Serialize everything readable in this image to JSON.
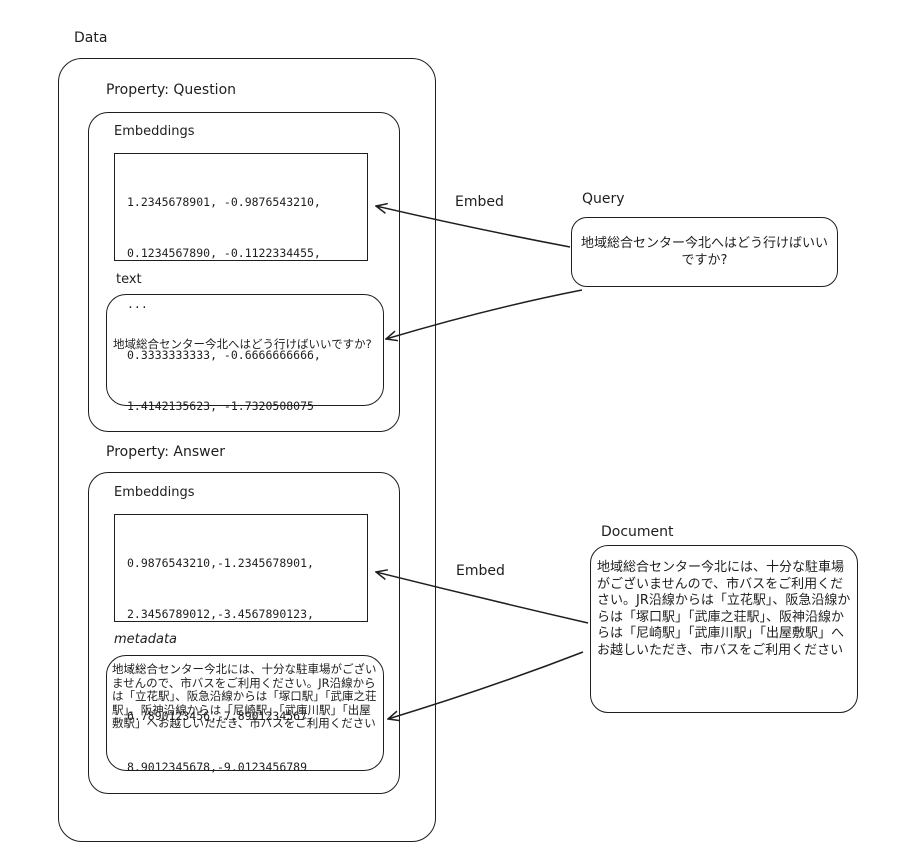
{
  "data_label": "Data",
  "question": {
    "title": "Property: Question",
    "embeddings_label": "Embeddings",
    "vector_lines": [
      "1.2345678901, -0.9876543210,",
      "0.1234567890, -0.1122334455,",
      "...",
      "0.3333333333, -0.6666666666,",
      "1.4142135623, -1.7320508075"
    ],
    "text_label": "text",
    "text_value": "地域総合センター今北へはどう行けばいいですか?"
  },
  "answer": {
    "title": "Property: Answer",
    "embeddings_label": "Embeddings",
    "vector_lines": [
      "0.9876543210,-1.2345678901,",
      "2.3456789012,-3.4567890123,",
      "...",
      "6.7890123456,-7.8901234567,",
      "8.9012345678,-9.0123456789"
    ],
    "metadata_label": "metadata",
    "metadata_value": "地域総合センター今北には、十分な駐車場がございませんので、市バスをご利用ください。JR沿線からは「立花駅」、阪急沿線からは「塚口駅」「武庫之荘駅」、阪神沿線からは「尼崎駅」「武庫川駅」「出屋敷駅」へお越しいただき、市バスをご利用ください"
  },
  "query": {
    "label": "Query",
    "text": "地域総合センター今北へはどう行けばいいですか?"
  },
  "document": {
    "label": "Document",
    "text": "地域総合センター今北には、十分な駐車場がございませんので、市バスをご利用ください。JR沿線からは「立花駅」、阪急沿線からは「塚口駅」「武庫之荘駅」、阪神沿線からは「尼崎駅」「武庫川駅」「出屋敷駅」へお越しいただき、市バスをご利用ください"
  },
  "edges": {
    "embed_top": "Embed",
    "embed_bottom": "Embed"
  }
}
